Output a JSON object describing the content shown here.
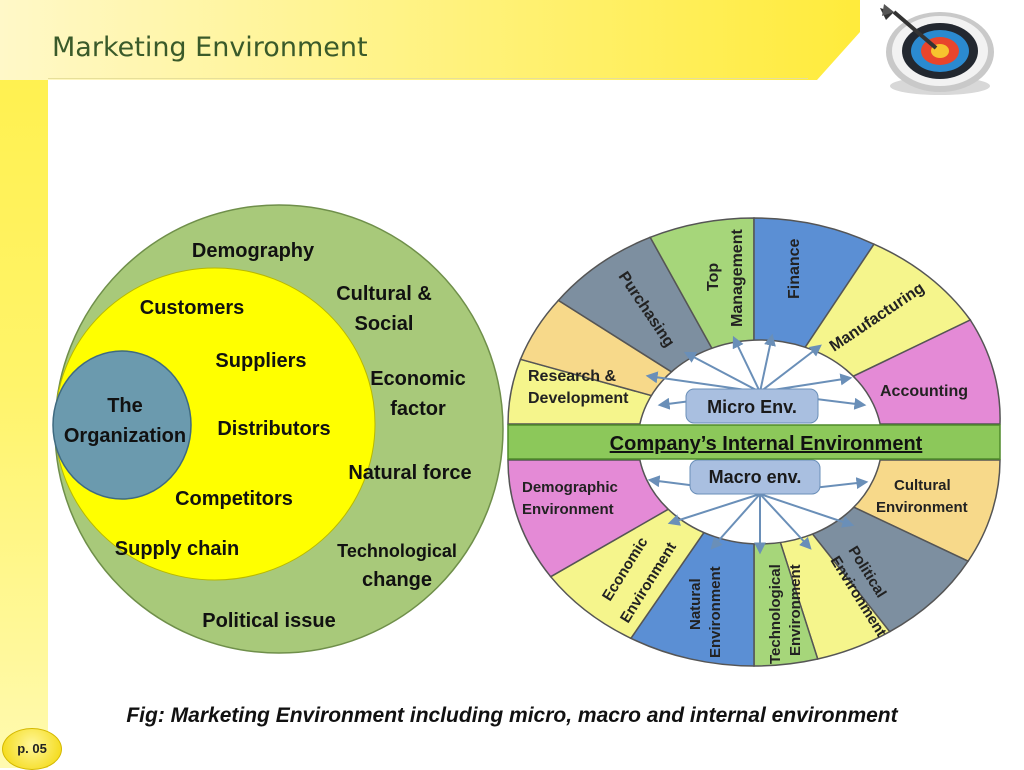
{
  "slide": {
    "title": "Marketing Environment",
    "page_number": "p. 05",
    "caption": "Fig: Marketing Environment including micro, macro and internal environment"
  },
  "left_diagram": {
    "center_lines": [
      "The",
      "Organization"
    ],
    "micro_labels": [
      "Customers",
      "Suppliers",
      "Distributors",
      "Competitors",
      "Supply chain"
    ],
    "macro_labels": {
      "demography": "Demography",
      "cultural": [
        "Cultural &",
        "Social"
      ],
      "economic": [
        "Economic",
        "factor"
      ],
      "natural": "Natural  force",
      "technological": [
        "Technological",
        "change"
      ],
      "political": "Political issue"
    }
  },
  "right_diagram": {
    "micro_title": "Micro Env.",
    "macro_title": "Macro env.",
    "internal_bar": "Company’s Internal Environment",
    "micro_segments": [
      [
        "Research &",
        "Development"
      ],
      [
        "Purchasing"
      ],
      [
        "Top",
        "Management"
      ],
      [
        "Finance"
      ],
      [
        "Manufacturing"
      ],
      [
        "Accounting"
      ]
    ],
    "macro_segments": [
      [
        "Demographic",
        "Environment"
      ],
      [
        "Economic",
        "Environment"
      ],
      [
        "Natural",
        "Environment"
      ],
      [
        "Technological",
        "Environment"
      ],
      [
        "Political",
        "Environment"
      ],
      [
        "Cultural",
        "Environment"
      ]
    ]
  },
  "colors": {
    "outer_green": "#a8c97a",
    "inner_yellow": "#ffff00",
    "organization_blue": "#6b9aae",
    "segment_pink": "#e48ad6",
    "segment_yellow": "#f5f58c",
    "segment_blue": "#5b8fd4",
    "segment_green": "#a6d67a",
    "segment_slate": "#7d8fa0",
    "segment_tan": "#f7d98a",
    "bar_green": "#8cc85a"
  }
}
